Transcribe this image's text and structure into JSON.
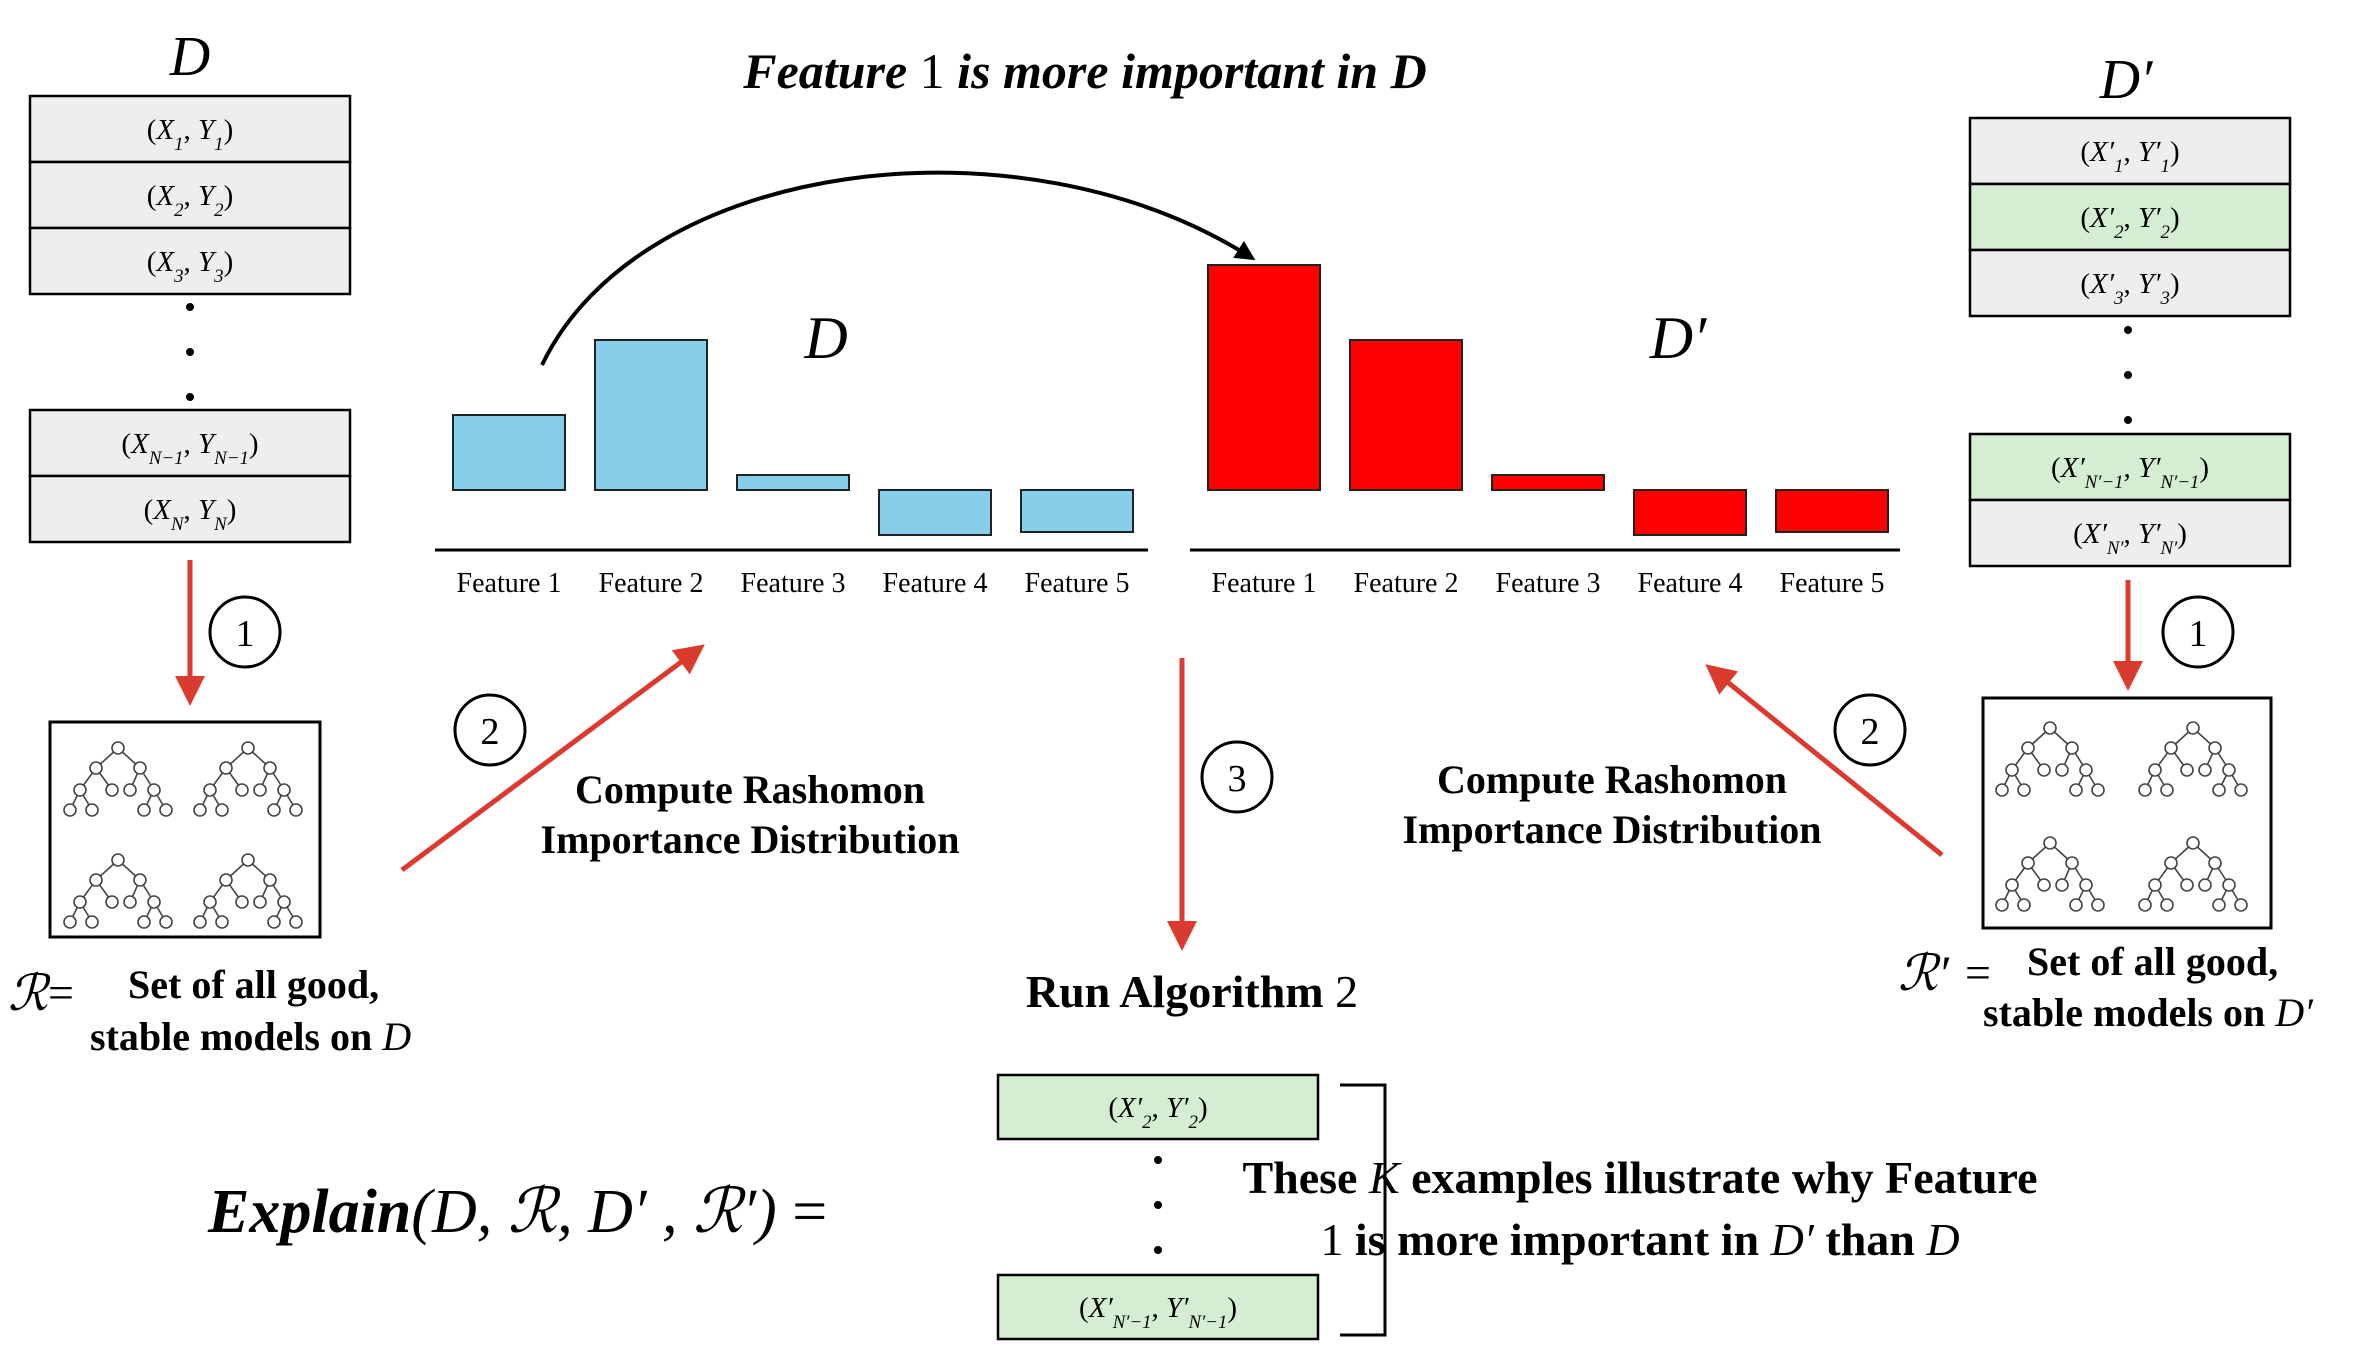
{
  "title": {
    "prefix": "Feature",
    "number": "1",
    "middle": "is more important in",
    "dataset": "D"
  },
  "dataset_left": {
    "label": "D",
    "rows": [
      {
        "x": "X",
        "y": "Y",
        "sub": "1"
      },
      {
        "x": "X",
        "y": "Y",
        "sub": "2"
      },
      {
        "x": "X",
        "y": "Y",
        "sub": "3"
      },
      {
        "x": "X",
        "y": "Y",
        "sub": "N−1"
      },
      {
        "x": "X",
        "y": "Y",
        "sub": "N"
      }
    ]
  },
  "dataset_right": {
    "label": "D′",
    "rows": [
      {
        "x": "X′",
        "y": "Y′",
        "sub": "1",
        "highlight": false
      },
      {
        "x": "X′",
        "y": "Y′",
        "sub": "2",
        "highlight": true
      },
      {
        "x": "X′",
        "y": "Y′",
        "sub": "3",
        "highlight": false
      },
      {
        "x": "X′",
        "y": "Y′",
        "sub": "N′−1",
        "highlight": true
      },
      {
        "x": "X′",
        "y": "Y′",
        "sub": "N′",
        "highlight": false
      }
    ]
  },
  "chart_data": [
    {
      "type": "bar",
      "title": "D",
      "categories": [
        "Feature 1",
        "Feature 2",
        "Feature 3",
        "Feature 4",
        "Feature 5"
      ],
      "ranges": [
        [
          0.0,
          0.5
        ],
        [
          0.0,
          1.0
        ],
        [
          0.0,
          0.1
        ],
        [
          -0.3,
          0.0
        ],
        [
          -0.28,
          0.0
        ]
      ],
      "color": "#87CEEB"
    },
    {
      "type": "bar",
      "title": "D′",
      "categories": [
        "Feature 1",
        "Feature 2",
        "Feature 3",
        "Feature 4",
        "Feature 5"
      ],
      "ranges": [
        [
          0.0,
          1.5
        ],
        [
          0.0,
          1.0
        ],
        [
          0.0,
          0.1
        ],
        [
          -0.3,
          0.0
        ],
        [
          -0.28,
          0.0
        ]
      ],
      "color": "#FF0000"
    }
  ],
  "steps": {
    "one": "1",
    "two": "2",
    "three": "3"
  },
  "labels": {
    "compute_line1": "Compute Rashomon",
    "compute_line2": "Importance Distribution",
    "r_symbol": "ℛ",
    "r_prime_symbol": "ℛ′",
    "equals": "=",
    "r_def_line1": "Set of all good,",
    "r_def_line2": "stable models on",
    "r_def_dataset": "D",
    "r_prime_def_dataset": "D′",
    "run_prefix": "Run Algorithm",
    "run_number": "2"
  },
  "explain": {
    "word": "Explain",
    "args": "(D, ℛ, D′ , ℛ′)",
    "equals": "=",
    "selected": [
      {
        "x": "X′",
        "y": "Y′",
        "sub": "2"
      },
      {
        "x": "X′",
        "y": "Y′",
        "sub": "N′−1"
      }
    ],
    "conclusion_line1_a": "These",
    "conclusion_K": "K",
    "conclusion_line1_b": "examples illustrate why Feature",
    "conclusion_line2_a": "1",
    "conclusion_line2_b": "is more important in",
    "conclusion_line2_c": "D′",
    "conclusion_line2_d": "than",
    "conclusion_line2_e": "D"
  },
  "colors": {
    "row_gray": "#EEEEEE",
    "row_green": "#D5EDD3",
    "arrow_red": "#DB3A2E",
    "bar_blue": "#87CEEB",
    "bar_red": "#FF0000"
  }
}
